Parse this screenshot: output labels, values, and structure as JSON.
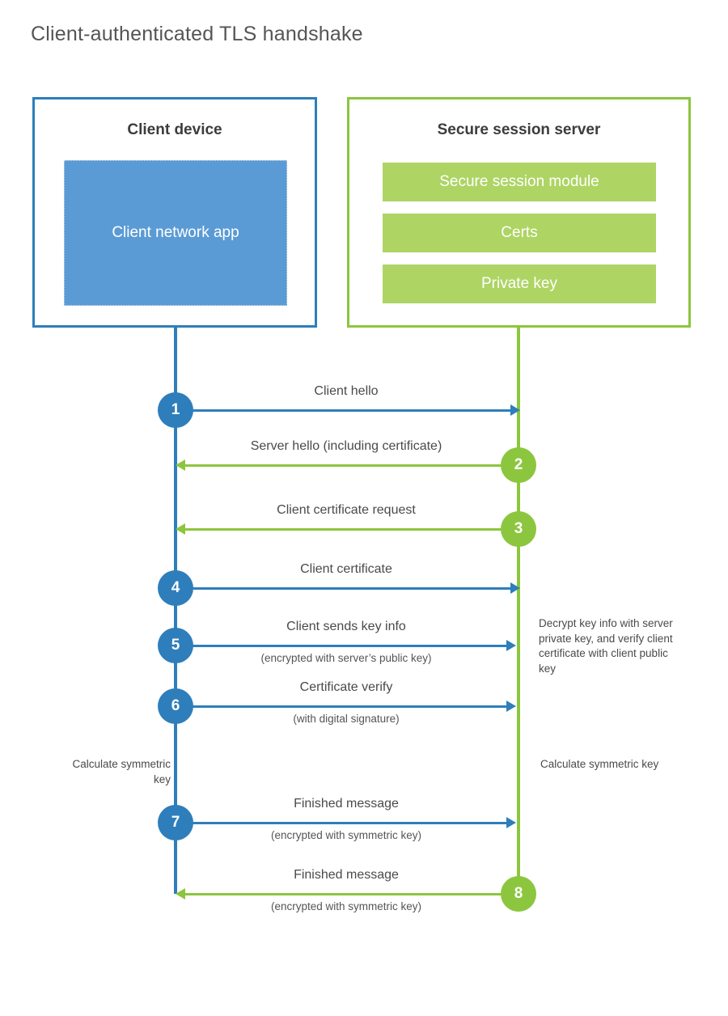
{
  "page": {
    "title": "Client-authenticated TLS handshake"
  },
  "colors": {
    "client_blue": "#2e7ebb",
    "client_app_fill": "#5b9bd5",
    "server_green": "#8cc63e",
    "server_bar_fill": "#aed464",
    "text": "#4a4a4a"
  },
  "client": {
    "title": "Client device",
    "app_label": "Client network app"
  },
  "server": {
    "title": "Secure session server",
    "components": [
      "Secure session module",
      "Certs",
      "Private key"
    ]
  },
  "messages": [
    {
      "step": "1",
      "label": "Client hello",
      "sublabel": "",
      "direction": "client-to-server",
      "color": "blue"
    },
    {
      "step": "2",
      "label": "Server hello (including certificate)",
      "sublabel": "",
      "direction": "server-to-client",
      "color": "green"
    },
    {
      "step": "3",
      "label": "Client certificate request",
      "sublabel": "",
      "direction": "server-to-client",
      "color": "green"
    },
    {
      "step": "4",
      "label": "Client certificate",
      "sublabel": "",
      "direction": "client-to-server",
      "color": "blue"
    },
    {
      "step": "5",
      "label": "Client sends key info",
      "sublabel": "(encrypted with server’s public key)",
      "direction": "client-to-server",
      "color": "blue"
    },
    {
      "step": "6",
      "label": "Certificate verify",
      "sublabel": "(with digital signature)",
      "direction": "client-to-server",
      "color": "blue"
    },
    {
      "step": "7",
      "label": "Finished message",
      "sublabel": "(encrypted with symmetric key)",
      "direction": "client-to-server",
      "color": "blue"
    },
    {
      "step": "8",
      "label": "Finished message",
      "sublabel": "(encrypted with symmetric key)",
      "direction": "server-to-client",
      "color": "green"
    }
  ],
  "notes": {
    "server_decrypt": "Decrypt key info with server private key, and verify client certificate with client public key",
    "client_calculate": "Calculate symmetric key",
    "server_calculate": "Calculate symmetric key"
  }
}
